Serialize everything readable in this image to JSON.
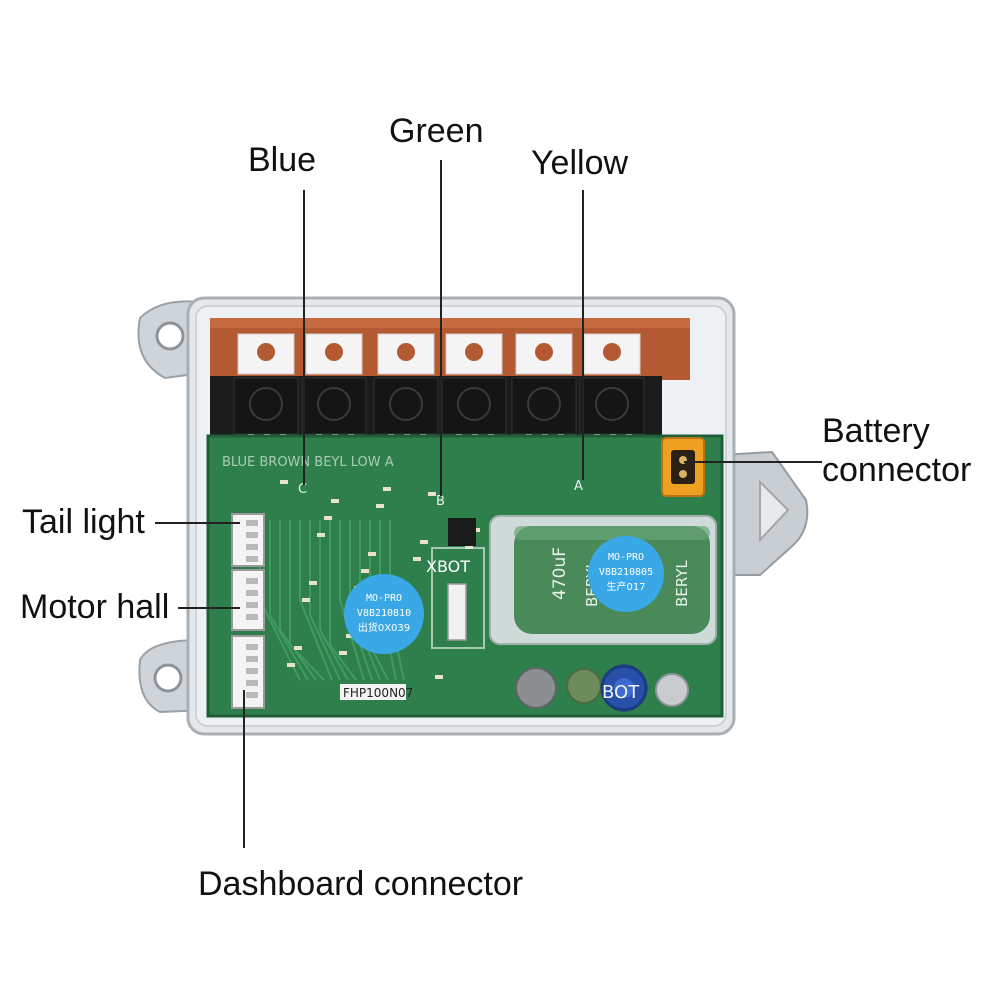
{
  "labels": {
    "blue": "Blue",
    "green": "Green",
    "yellow": "Yellow",
    "battery_connector": "Battery\nconnector",
    "tail_light": "Tail light",
    "motor_hall": "Motor hall",
    "dashboard_connector": "Dashboard connector"
  },
  "board_markings": {
    "xbot_top": "XBOT",
    "xbot_bottom": "BOT",
    "sticker_left": [
      "MO-PRO",
      "V8B210810",
      "出货0X039"
    ],
    "sticker_right": [
      "MO-PRO",
      "V8B210805",
      "生产017"
    ],
    "capacitor_value": "470uF",
    "capacitor_brand": "BERYL",
    "board_code": "FHP100N07",
    "phase_a": "A",
    "phase_b": "B",
    "phase_c": "C",
    "phase_row": "BLUE  BROWN  BEYL  LOW  A"
  },
  "colors": {
    "background": "#ffffff",
    "pcb": "#2f7f4c",
    "pcb_dark": "#1f5e37",
    "copper": "#b45a32",
    "mosfet": "#1b1b1b",
    "housing": "#d9dde0",
    "sticker": "#3aa7e6",
    "capacitor": "#4a8a5a",
    "battery_connector": "#f0a020",
    "leader_line": "#222222"
  }
}
